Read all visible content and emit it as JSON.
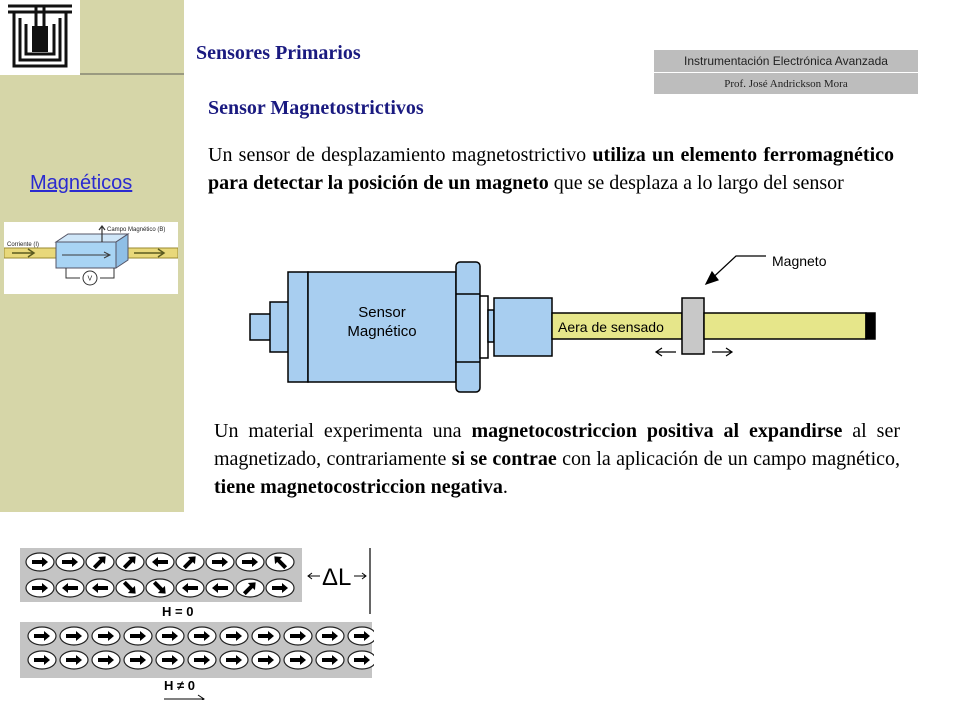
{
  "header": {
    "section_title": "Sensores Primarios",
    "course_name": "Instrumentación Electrónica Avanzada",
    "professor": "Prof. José Andrickson Mora"
  },
  "sidebar": {
    "topic_link": "Magnéticos",
    "thumbnail": {
      "current_label": "Corriente (I)",
      "field_label": "Campo Magnético (B)",
      "voltage_label": "V"
    }
  },
  "main": {
    "subtitle": "Sensor Magnetostrictivos",
    "paragraph1": [
      {
        "text": "Un sensor de desplazamiento magnetostrictivo ",
        "bold": false
      },
      {
        "text": "utiliza un elemento ferromagnético para detectar la posición de un magneto",
        "bold": true
      },
      {
        "text": " que se desplaza a lo largo del sensor",
        "bold": false
      }
    ],
    "paragraph2": [
      {
        "text": "Un material experimenta una ",
        "bold": false
      },
      {
        "text": "magnetocostriccion positiva al expandirse",
        "bold": true
      },
      {
        "text": " al ser magnetizado, contrariamente ",
        "bold": false
      },
      {
        "text": "si se contrae",
        "bold": true
      },
      {
        "text": " con la aplicación de un campo magnético, ",
        "bold": false
      },
      {
        "text": "tiene magnetocostriccion negativa",
        "bold": true
      },
      {
        "text": ".",
        "bold": false
      }
    ]
  },
  "sensor_diagram": {
    "sensor_label_line1": "Sensor",
    "sensor_label_line2": "Magnético",
    "sensing_area_label": "Aera de sensado",
    "magnet_label": "Magneto",
    "colors": {
      "body": "#a8cef0",
      "rod": "#e6e68a",
      "outline": "#000000"
    }
  },
  "domain_diagram": {
    "delta_label": "ΔL",
    "h_zero_label": "H = 0",
    "h_nonzero_label": "H ≠ 0",
    "colors": {
      "panel": "#c4c4c4"
    },
    "top_row1_angles": [
      0,
      0,
      -45,
      -45,
      180,
      -45,
      0,
      0,
      -135
    ],
    "top_row2_angles": [
      0,
      180,
      180,
      45,
      45,
      180,
      180,
      -45,
      0
    ],
    "bottom_row1_angles": [
      0,
      0,
      0,
      0,
      0,
      0,
      0,
      0,
      0,
      0,
      0
    ],
    "bottom_row2_angles": [
      0,
      0,
      0,
      0,
      0,
      0,
      0,
      0,
      0,
      0,
      0
    ]
  }
}
